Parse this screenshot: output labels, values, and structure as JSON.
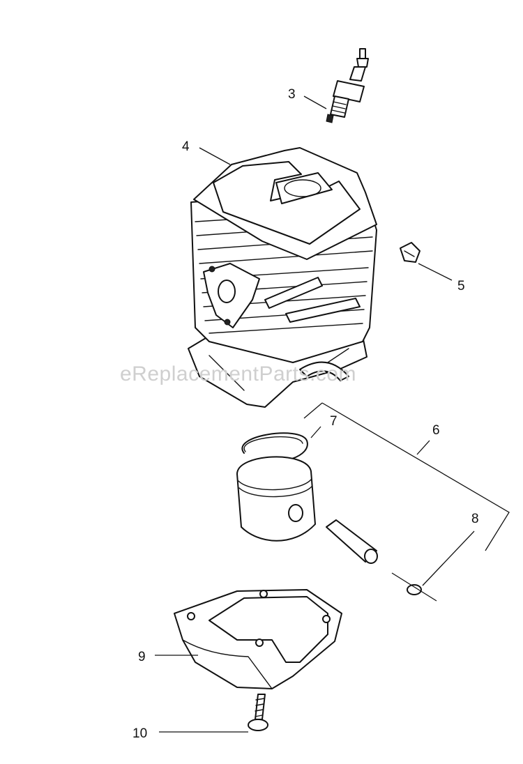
{
  "watermark": "eReplacementParts.com",
  "callouts": [
    {
      "id": "3",
      "label": "3"
    },
    {
      "id": "4",
      "label": "4"
    },
    {
      "id": "5",
      "label": "5"
    },
    {
      "id": "6",
      "label": "6"
    },
    {
      "id": "7",
      "label": "7"
    },
    {
      "id": "8",
      "label": "8"
    },
    {
      "id": "9",
      "label": "9"
    },
    {
      "id": "10",
      "label": "10"
    }
  ],
  "colors": {
    "line": "#111111",
    "background": "#ffffff",
    "watermark": "#cfcfcf"
  }
}
